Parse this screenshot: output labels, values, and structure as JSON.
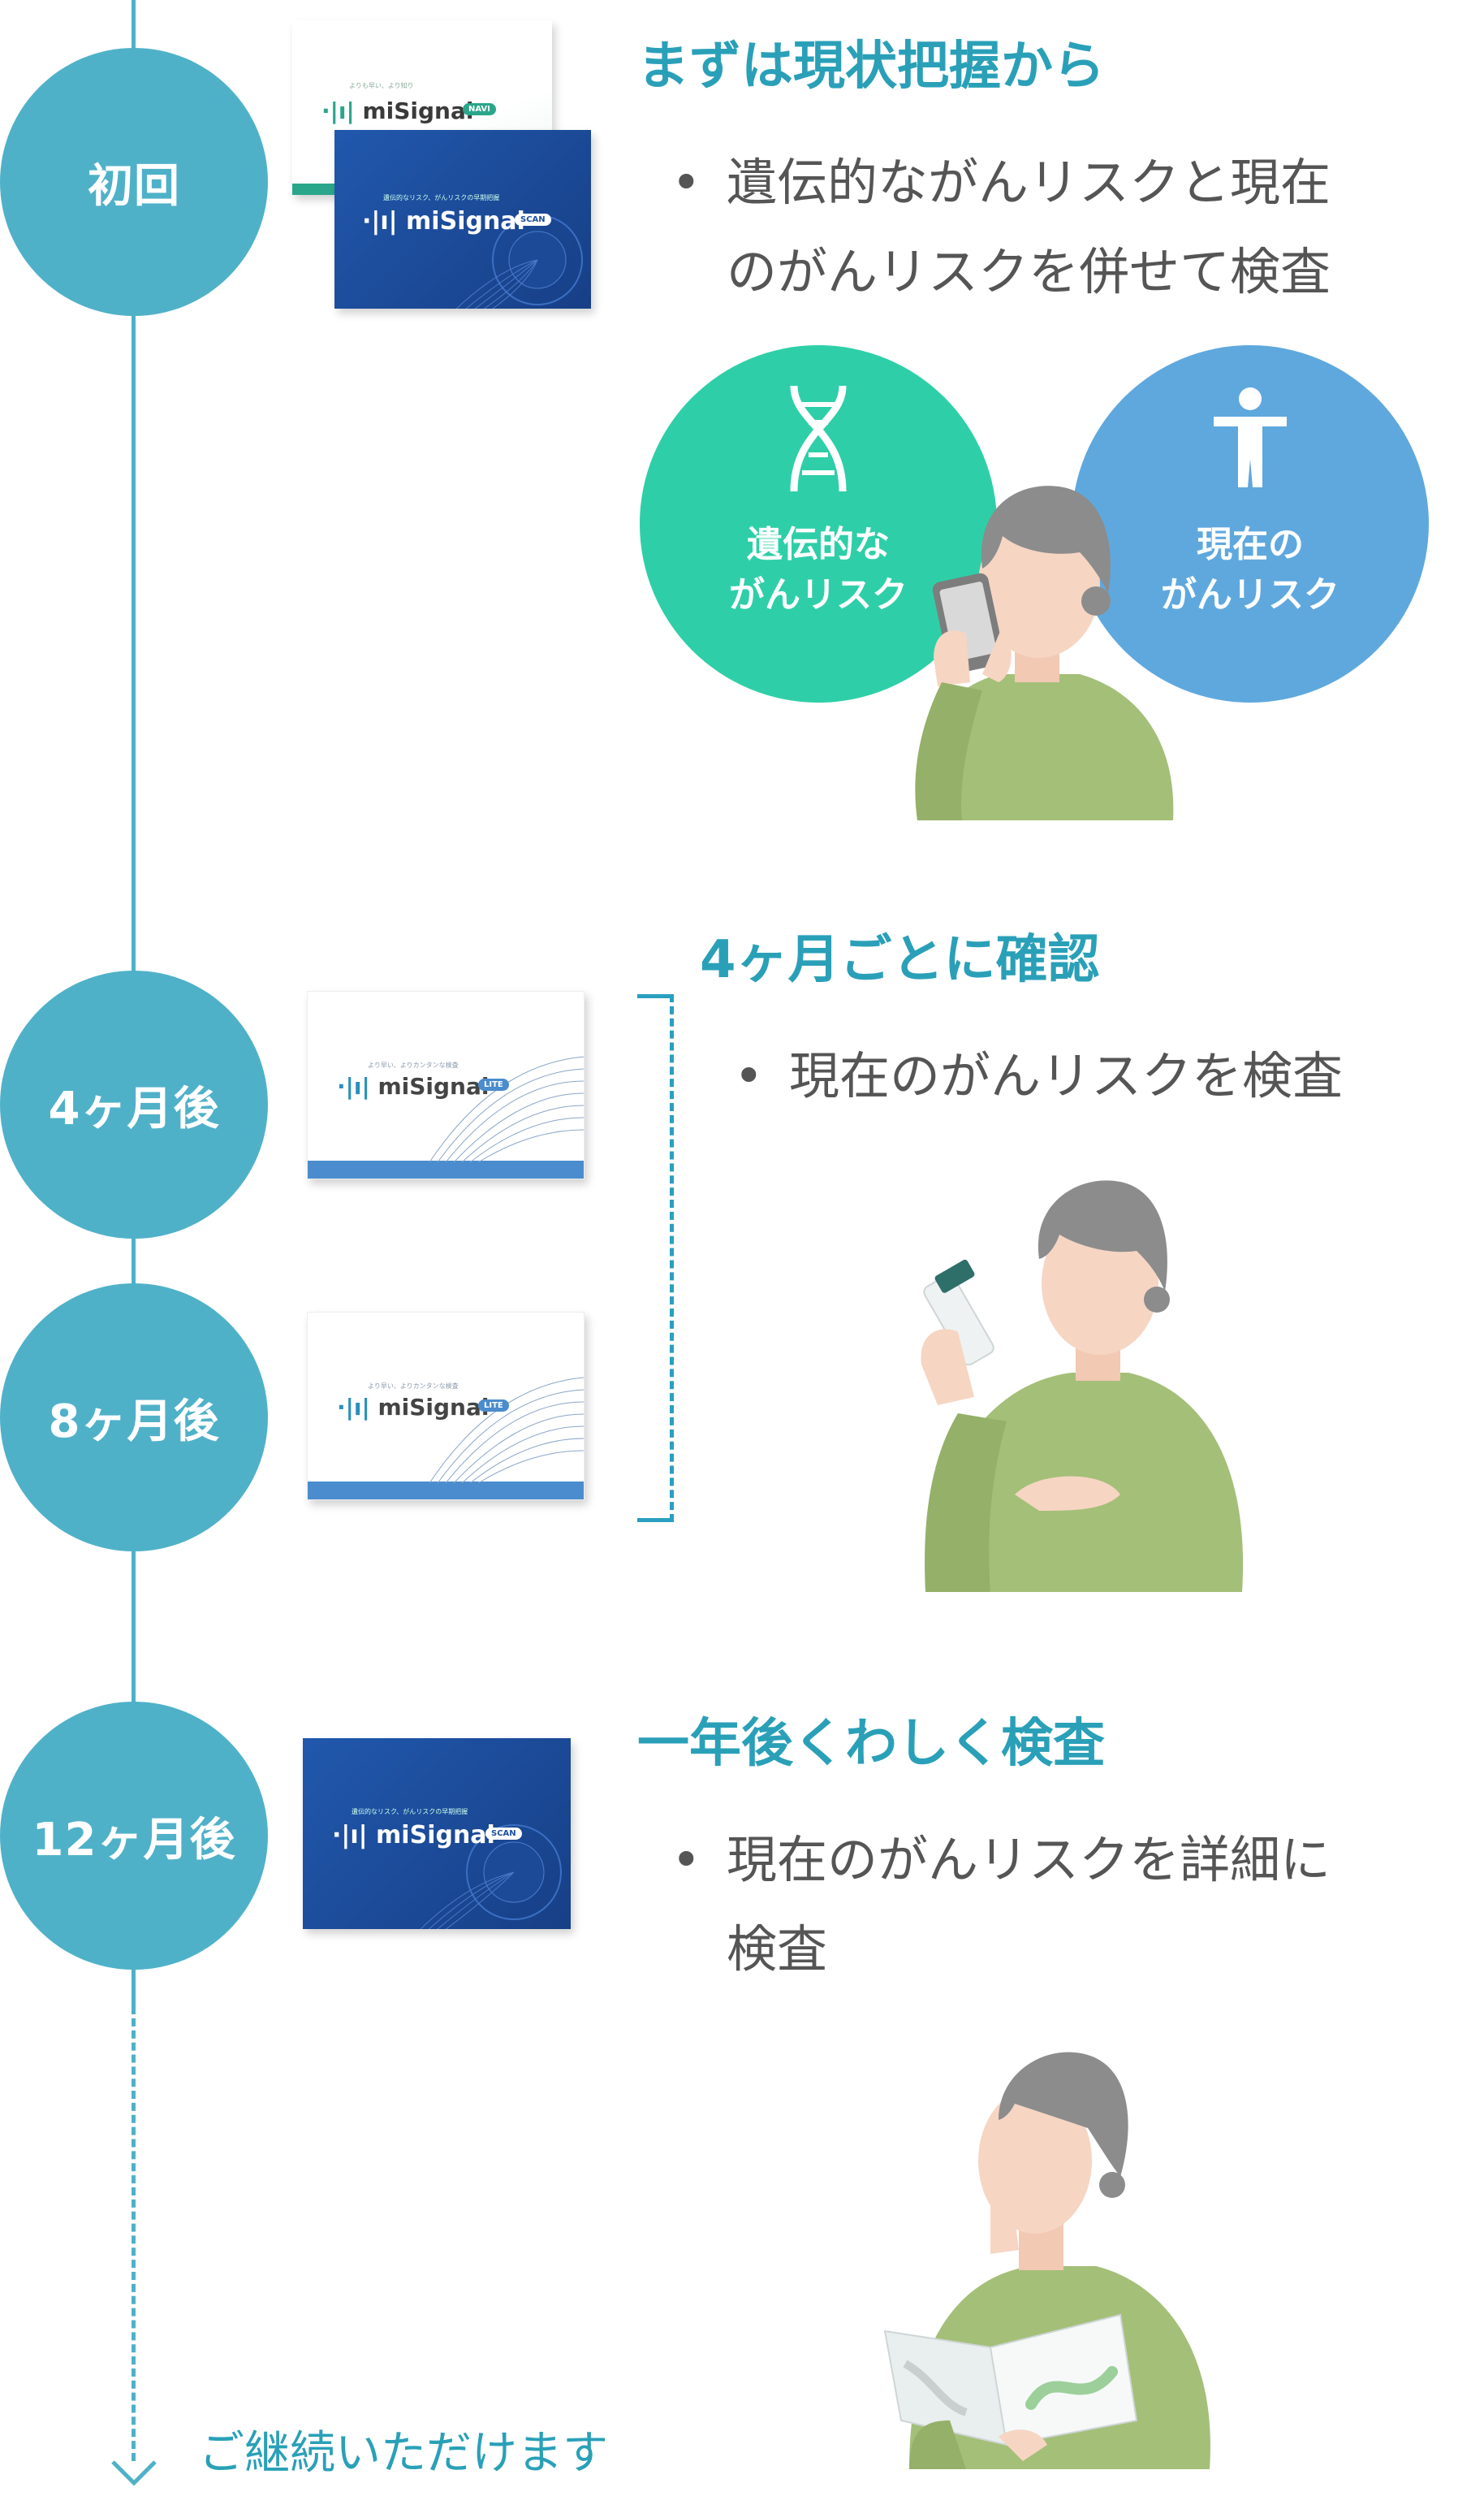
{
  "steps": [
    {
      "label": "初回"
    },
    {
      "label": "4ヶ月後"
    },
    {
      "label": "8ヶ月後"
    },
    {
      "label": "12ヶ月後"
    }
  ],
  "section1": {
    "heading": "まずは現状把握から",
    "bullet_line1": "遺伝的ながんリスクと現在",
    "bullet_line2": "のがんリスクを併せて検査",
    "risk_genetic_line1": "遺伝的な",
    "risk_genetic_line2": "がんリスク",
    "risk_current_line1": "現在の",
    "risk_current_line2": "がんリスク"
  },
  "section2": {
    "heading": "4ヶ月ごとに確認",
    "bullet": "現在のがんリスクを検査"
  },
  "section3": {
    "heading": "一年後くわしく検査",
    "bullet_line1": "現在のがんリスクを詳細に",
    "bullet_line2": "検査"
  },
  "continue_text": "ご継続いただけます",
  "kits": {
    "brand": "miSignal",
    "navi_tag": "NAVI",
    "scan_tag": "SCAN",
    "lite_tag": "LITE"
  },
  "colors": {
    "timeline": "#4fb1c8",
    "heading": "#2aa0b8",
    "genetic": "#2ecfa8",
    "current": "#5fa8de",
    "kit_blue": "#1e4fa0",
    "shirt": "#a4bf78",
    "hair": "#8c8c8c"
  }
}
